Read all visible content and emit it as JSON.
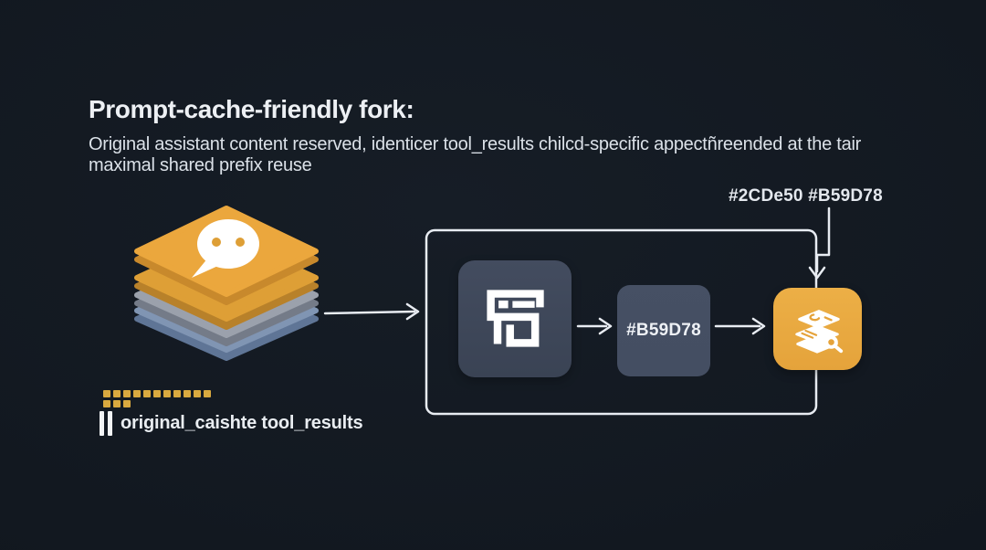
{
  "page": {
    "title": "Prompt-cache-friendly fork:",
    "subtitle_line1": "Original assistant content reserved, identicer tool_results chilcd-specific appectñreended at the tair",
    "subtitle_line2": "maximal shared prefix reuse"
  },
  "diagram": {
    "hex_codes_label": "#2CDe50 #B59D78",
    "middle_box_label": "#B59D78",
    "icons": {
      "source": "layered-chat-stack-icon",
      "step1": "structured-block-icon",
      "result": "package-inspect-icon"
    },
    "colors": {
      "accent_yellow": "#E9A73E",
      "layer_yellow_dark": "#DE9F36",
      "layer_gray": "#9BA1AC",
      "layer_blue": "#8095B3",
      "slate_box": "#3E4759",
      "slate_box_2": "#444E62",
      "line": "#E8ECF2",
      "background": "#121820"
    }
  },
  "legend": {
    "label": "original_caishte tool_results",
    "dash_row1_count": 11,
    "dash_row2_count": 3,
    "dash_color": "#D9A93F"
  }
}
